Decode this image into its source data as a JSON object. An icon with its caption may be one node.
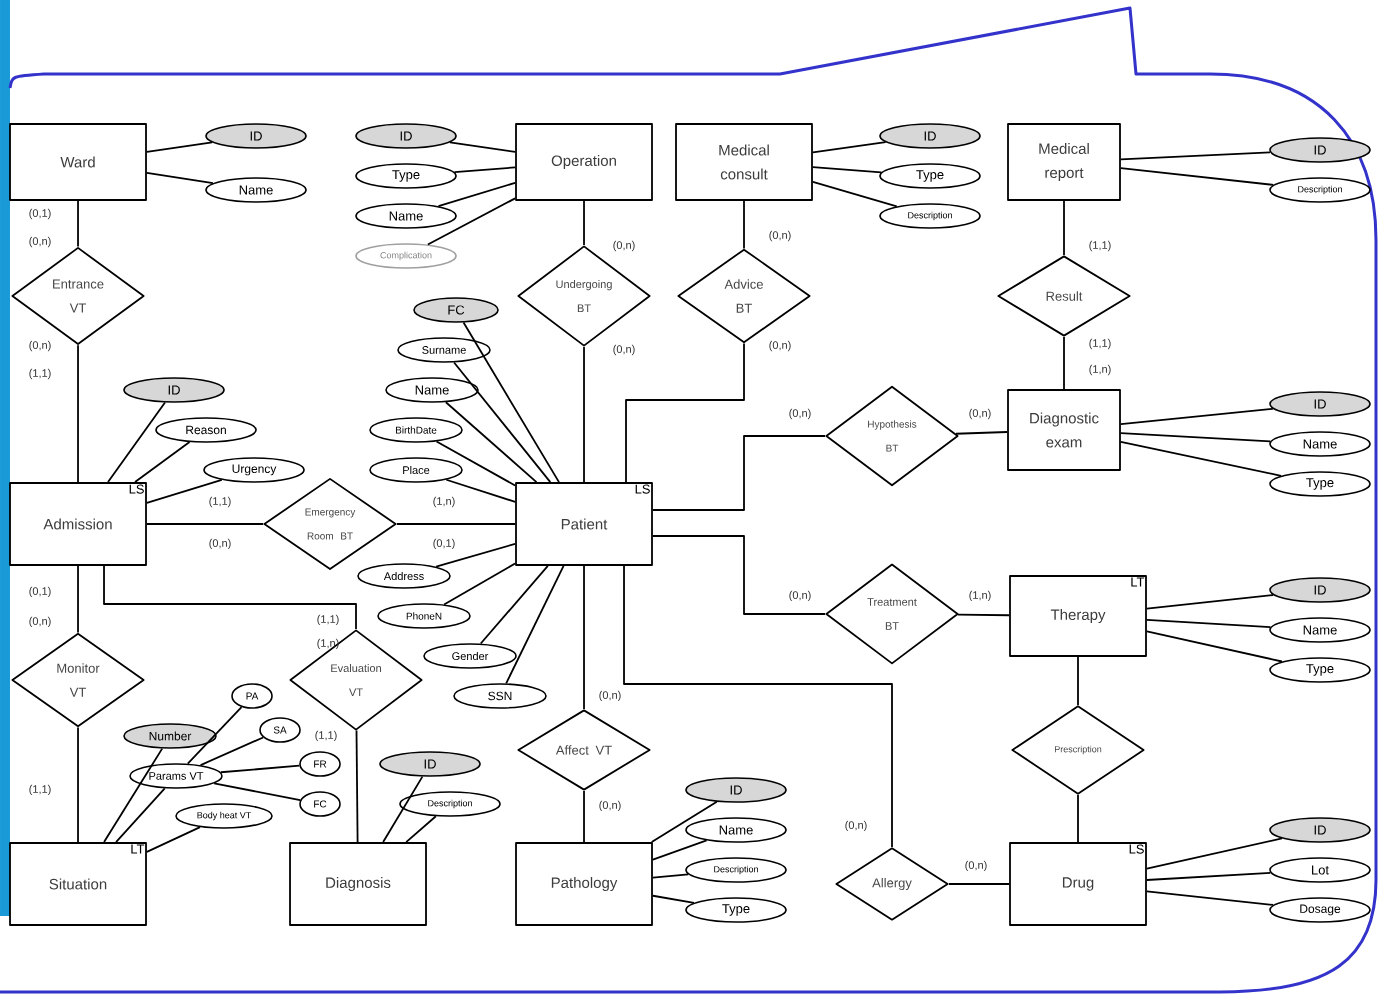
{
  "diagram": {
    "nodes": [
      {
        "text": [
          "Ward"
        ]
      },
      {
        "text": [
          "Operation"
        ]
      },
      {
        "text": [
          "Medical consult"
        ]
      },
      {
        "text": [
          "Medical report"
        ]
      },
      {
        "text": [
          "Admission",
          "LS"
        ]
      },
      {
        "text": [
          "Patient",
          "LS"
        ]
      },
      {
        "text": [
          "Diagnostic exam"
        ]
      },
      {
        "text": [
          "Therapy",
          "LT"
        ]
      },
      {
        "text": [
          "Situation",
          "LT"
        ]
      },
      {
        "text": [
          "Diagnosis"
        ]
      },
      {
        "text": [
          "Pathology"
        ]
      },
      {
        "text": [
          "Drug",
          "LS"
        ]
      },
      {
        "text": [
          "Entrance VT"
        ]
      },
      {
        "text": [
          "Undergoing BT"
        ]
      },
      {
        "text": [
          "Advice BT"
        ]
      },
      {
        "text": [
          "Result"
        ]
      },
      {
        "text": [
          "Emergency Room BT"
        ]
      },
      {
        "text": [
          "Hypothesis BT"
        ]
      },
      {
        "text": [
          "Monitor VT"
        ]
      },
      {
        "text": [
          "Evaluation VT"
        ]
      },
      {
        "text": [
          "Treatment BT"
        ]
      },
      {
        "text": [
          "Affect VT"
        ]
      },
      {
        "text": [
          "Prescription"
        ]
      },
      {
        "text": [
          "Allergy"
        ]
      },
      {
        "text": [
          "ID"
        ]
      },
      {
        "text": [
          "Name"
        ]
      },
      {
        "text": [
          "ID"
        ]
      },
      {
        "text": [
          "Type"
        ]
      },
      {
        "text": [
          "Name"
        ]
      },
      {
        "text": [
          "Complication"
        ]
      },
      {
        "text": [
          "ID"
        ]
      },
      {
        "text": [
          "Type"
        ]
      },
      {
        "text": [
          "Description"
        ]
      },
      {
        "text": [
          "ID"
        ]
      },
      {
        "text": [
          "Description"
        ]
      },
      {
        "text": [
          "FC"
        ]
      },
      {
        "text": [
          "Surname"
        ]
      },
      {
        "text": [
          "Name"
        ]
      },
      {
        "text": [
          "BirthDate"
        ]
      },
      {
        "text": [
          "Place"
        ]
      },
      {
        "text": [
          "Address"
        ]
      },
      {
        "text": [
          "PhoneN"
        ]
      },
      {
        "text": [
          "Gender"
        ]
      },
      {
        "text": [
          "SSN"
        ]
      },
      {
        "text": [
          "ID"
        ]
      },
      {
        "text": [
          "Reason"
        ]
      },
      {
        "text": [
          "Urgency"
        ]
      },
      {
        "text": [
          "ID"
        ]
      },
      {
        "text": [
          "Name"
        ]
      },
      {
        "text": [
          "Type"
        ]
      },
      {
        "text": [
          "ID"
        ]
      },
      {
        "text": [
          "Name"
        ]
      },
      {
        "text": [
          "Type"
        ]
      },
      {
        "text": [
          "Number"
        ]
      },
      {
        "text": [
          "Params VT"
        ]
      },
      {
        "text": [
          "Body heat VT"
        ]
      },
      {
        "text": [
          "PA"
        ]
      },
      {
        "text": [
          "SA"
        ]
      },
      {
        "text": [
          "FR"
        ]
      },
      {
        "text": [
          "FC"
        ]
      },
      {
        "text": [
          "ID"
        ]
      },
      {
        "text": [
          "Description"
        ]
      },
      {
        "text": [
          "ID"
        ]
      },
      {
        "text": [
          "Name"
        ]
      },
      {
        "text": [
          "Description"
        ]
      },
      {
        "text": [
          "Type"
        ]
      },
      {
        "text": [
          "ID"
        ]
      },
      {
        "text": [
          "Lot"
        ]
      },
      {
        "text": [
          "Dosage"
        ]
      }
    ],
    "edges": [
      {
        "from": 0,
        "to": 12,
        "arrow": "none"
      },
      {
        "from": 12,
        "to": 4,
        "arrow": "none"
      },
      {
        "from": 1,
        "to": 13,
        "arrow": "none"
      },
      {
        "from": 13,
        "to": 5,
        "arrow": "none"
      },
      {
        "from": 2,
        "to": 14,
        "arrow": "none"
      },
      {
        "from": 14,
        "to": 5,
        "arrow": "none"
      },
      {
        "from": 3,
        "to": 15,
        "arrow": "none"
      },
      {
        "from": 15,
        "to": 6,
        "arrow": "none"
      },
      {
        "from": 5,
        "to": 17,
        "arrow": "none"
      },
      {
        "from": 17,
        "to": 6,
        "arrow": "none"
      },
      {
        "from": 4,
        "to": 16,
        "arrow": "none"
      },
      {
        "from": 16,
        "to": 5,
        "arrow": "none"
      },
      {
        "from": 4,
        "to": 18,
        "arrow": "none"
      },
      {
        "from": 18,
        "to": 8,
        "arrow": "none"
      },
      {
        "from": 4,
        "to": 19,
        "arrow": "none"
      },
      {
        "from": 19,
        "to": 9,
        "arrow": "none"
      },
      {
        "from": 5,
        "to": 20,
        "arrow": "none"
      },
      {
        "from": 20,
        "to": 7,
        "arrow": "none"
      },
      {
        "from": 5,
        "to": 21,
        "arrow": "none"
      },
      {
        "from": 21,
        "to": 10,
        "arrow": "none"
      },
      {
        "from": 5,
        "to": 23,
        "arrow": "none"
      },
      {
        "from": 23,
        "to": 11,
        "arrow": "none"
      },
      {
        "from": 7,
        "to": 22,
        "arrow": "none"
      },
      {
        "from": 22,
        "to": 11,
        "arrow": "none"
      },
      {
        "from": 0,
        "to": 24,
        "arrow": "none"
      },
      {
        "from": 0,
        "to": 25,
        "arrow": "none"
      },
      {
        "from": 1,
        "to": 26,
        "arrow": "none"
      },
      {
        "from": 1,
        "to": 27,
        "arrow": "none"
      },
      {
        "from": 1,
        "to": 28,
        "arrow": "none"
      },
      {
        "from": 1,
        "to": 29,
        "arrow": "none"
      },
      {
        "from": 2,
        "to": 30,
        "arrow": "none"
      },
      {
        "from": 2,
        "to": 31,
        "arrow": "none"
      },
      {
        "from": 2,
        "to": 32,
        "arrow": "none"
      },
      {
        "from": 3,
        "to": 33,
        "arrow": "none"
      },
      {
        "from": 3,
        "to": 34,
        "arrow": "none"
      },
      {
        "from": 5,
        "to": 35,
        "arrow": "none"
      },
      {
        "from": 5,
        "to": 36,
        "arrow": "none"
      },
      {
        "from": 5,
        "to": 37,
        "arrow": "none"
      },
      {
        "from": 5,
        "to": 38,
        "arrow": "none"
      },
      {
        "from": 5,
        "to": 39,
        "arrow": "none"
      },
      {
        "from": 5,
        "to": 40,
        "arrow": "none"
      },
      {
        "from": 5,
        "to": 41,
        "arrow": "none"
      },
      {
        "from": 5,
        "to": 42,
        "arrow": "none"
      },
      {
        "from": 5,
        "to": 43,
        "arrow": "none"
      },
      {
        "from": 4,
        "to": 44,
        "arrow": "none"
      },
      {
        "from": 4,
        "to": 45,
        "arrow": "none"
      },
      {
        "from": 4,
        "to": 46,
        "arrow": "none"
      },
      {
        "from": 6,
        "to": 47,
        "arrow": "none"
      },
      {
        "from": 6,
        "to": 48,
        "arrow": "none"
      },
      {
        "from": 6,
        "to": 49,
        "arrow": "none"
      },
      {
        "from": 7,
        "to": 50,
        "arrow": "none"
      },
      {
        "from": 7,
        "to": 51,
        "arrow": "none"
      },
      {
        "from": 7,
        "to": 52,
        "arrow": "none"
      },
      {
        "from": 8,
        "to": 53,
        "arrow": "none"
      },
      {
        "from": 8,
        "to": 54,
        "arrow": "none"
      },
      {
        "from": 8,
        "to": 55,
        "arrow": "none"
      },
      {
        "from": 54,
        "to": 56,
        "arrow": "none"
      },
      {
        "from": 54,
        "to": 57,
        "arrow": "none"
      },
      {
        "from": 54,
        "to": 58,
        "arrow": "none"
      },
      {
        "from": 54,
        "to": 59,
        "arrow": "none"
      },
      {
        "from": 9,
        "to": 60,
        "arrow": "none"
      },
      {
        "from": 9,
        "to": 61,
        "arrow": "none"
      },
      {
        "from": 10,
        "to": 62,
        "arrow": "none"
      },
      {
        "from": 10,
        "to": 63,
        "arrow": "none"
      },
      {
        "from": 10,
        "to": 64,
        "arrow": "none"
      },
      {
        "from": 10,
        "to": 65,
        "arrow": "none"
      },
      {
        "from": 11,
        "to": 66,
        "arrow": "none"
      },
      {
        "from": 11,
        "to": 67,
        "arrow": "none"
      },
      {
        "from": 11,
        "to": 68,
        "arrow": "none"
      }
    ],
    "labels": [
      "(0,1)",
      "(0,n)",
      "(0,n)",
      "(0,n)",
      "(1,1)",
      "(0,n)",
      "(1,1)",
      "(0,n)",
      "(0,n)",
      "(1,1)",
      "(1,n)",
      "(0,n)",
      "(0,n)",
      "(1,1)",
      "(1,n)",
      "(0,n)",
      "(0,1)",
      "(0,1)",
      "(0,n)",
      "(0,n)",
      "(1,n)",
      "(1,1)",
      "(1,n)",
      "(0,n)",
      "(1,1)",
      "(1,1)",
      "(0,n)",
      "(0,n)",
      "(0,n)"
    ]
  }
}
